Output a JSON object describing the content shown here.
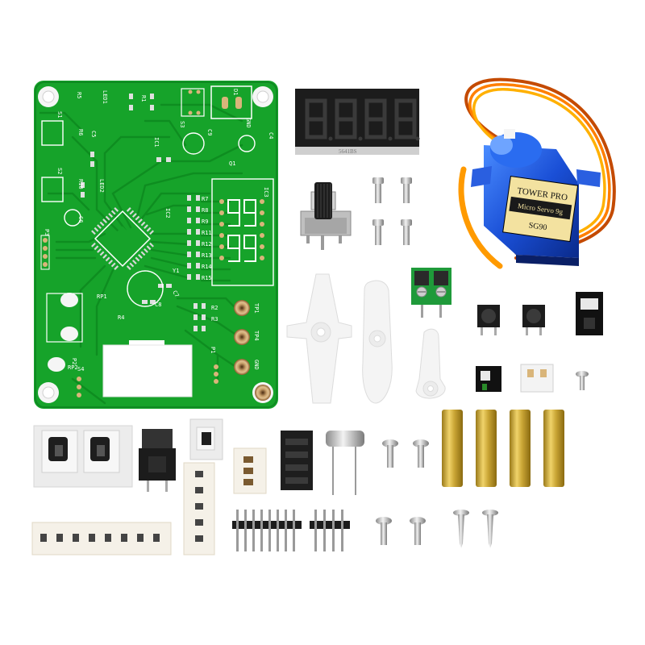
{
  "pcb": {
    "labels": {
      "ic1": "IC1",
      "ic2": "IC2",
      "ic3": "IC3",
      "c4": "C4",
      "c5": "C5",
      "c6": "C6",
      "c7": "C7",
      "c8": "C8",
      "c9": "C9",
      "r1": "R1",
      "r2": "R2",
      "r3": "R3",
      "r4": "R4",
      "r5": "R5",
      "r6": "R6",
      "r7": "R7",
      "r8": "R8",
      "r9": "R9",
      "r10": "R10",
      "r11": "R11",
      "r12": "R12",
      "r13": "R13",
      "r14": "R14",
      "r15": "R15",
      "s1": "S1",
      "s2": "S2",
      "s3": "S3",
      "s4": "S4",
      "led1": "LED1",
      "led2": "LED2",
      "rp1": "RP1",
      "rp2": "RP2",
      "p1": "P1",
      "p2": "P2",
      "p3": "P3",
      "q1": "Q1",
      "y1": "Y1",
      "tp1": "TP1",
      "tp4": "TP4",
      "gnd": "GND",
      "gnd2": "GND",
      "d1": "D1"
    }
  },
  "servo": {
    "brand": "TOWER PRO",
    "model_line": "Micro Servo 9g",
    "model": "SG90"
  },
  "display": {
    "part_number": "5641BS"
  }
}
